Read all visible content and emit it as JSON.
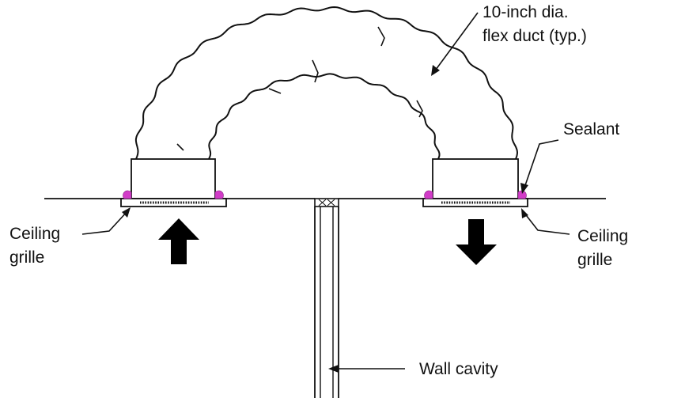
{
  "labels": {
    "duct_line1": "10-inch dia.",
    "duct_line2": "flex duct (typ.)",
    "sealant": "Sealant",
    "grille_left_line1": "Ceiling",
    "grille_left_line2": "grille",
    "grille_right_line1": "Ceiling",
    "grille_right_line2": "grille",
    "wall_cavity": "Wall cavity"
  },
  "colors": {
    "line": "#111111",
    "sealant": "#d23cc8",
    "background": "#ffffff"
  },
  "airflow": {
    "left": "up",
    "right": "down"
  }
}
